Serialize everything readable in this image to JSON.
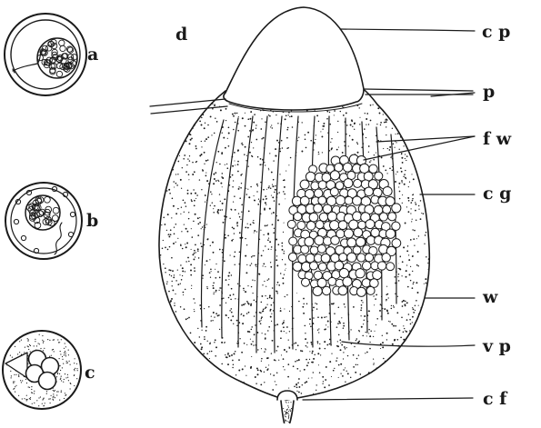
{
  "figure": {
    "panel_labels": {
      "a": "a",
      "b": "b",
      "c": "c",
      "d": "d"
    },
    "part_labels": {
      "cp": "c p",
      "p": "p",
      "fw": "f w",
      "cg": "c g",
      "w": "w",
      "vp": "v p",
      "cf": "c f"
    },
    "ink_color": "#1a1a1a",
    "background_color": "#ffffff"
  }
}
